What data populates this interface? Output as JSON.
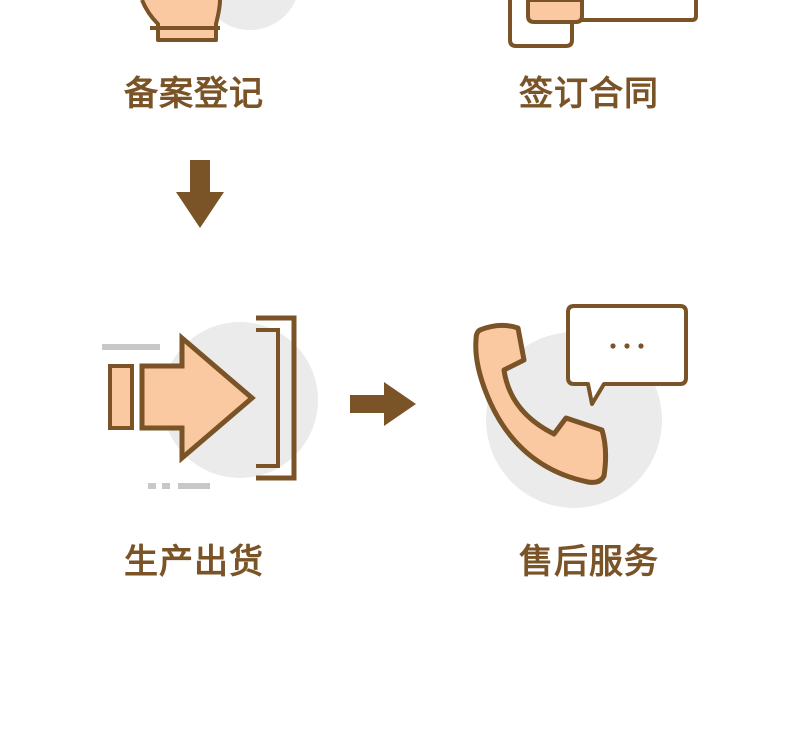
{
  "steps": {
    "register": {
      "label": "备案登记",
      "icon": "hand-icon"
    },
    "contract": {
      "label": "签订合同",
      "icon": "handshake-icon"
    },
    "production": {
      "label": "生产出货",
      "icon": "shipping-arrow-icon"
    },
    "service": {
      "label": "售后服务",
      "icon": "phone-chat-icon"
    }
  },
  "chat_bubble_text": "...",
  "colors": {
    "outline": "#7a5327",
    "fill": "#fbc9a1",
    "circle": "#ebebeb",
    "speed_lines": "#c8c8c8"
  }
}
